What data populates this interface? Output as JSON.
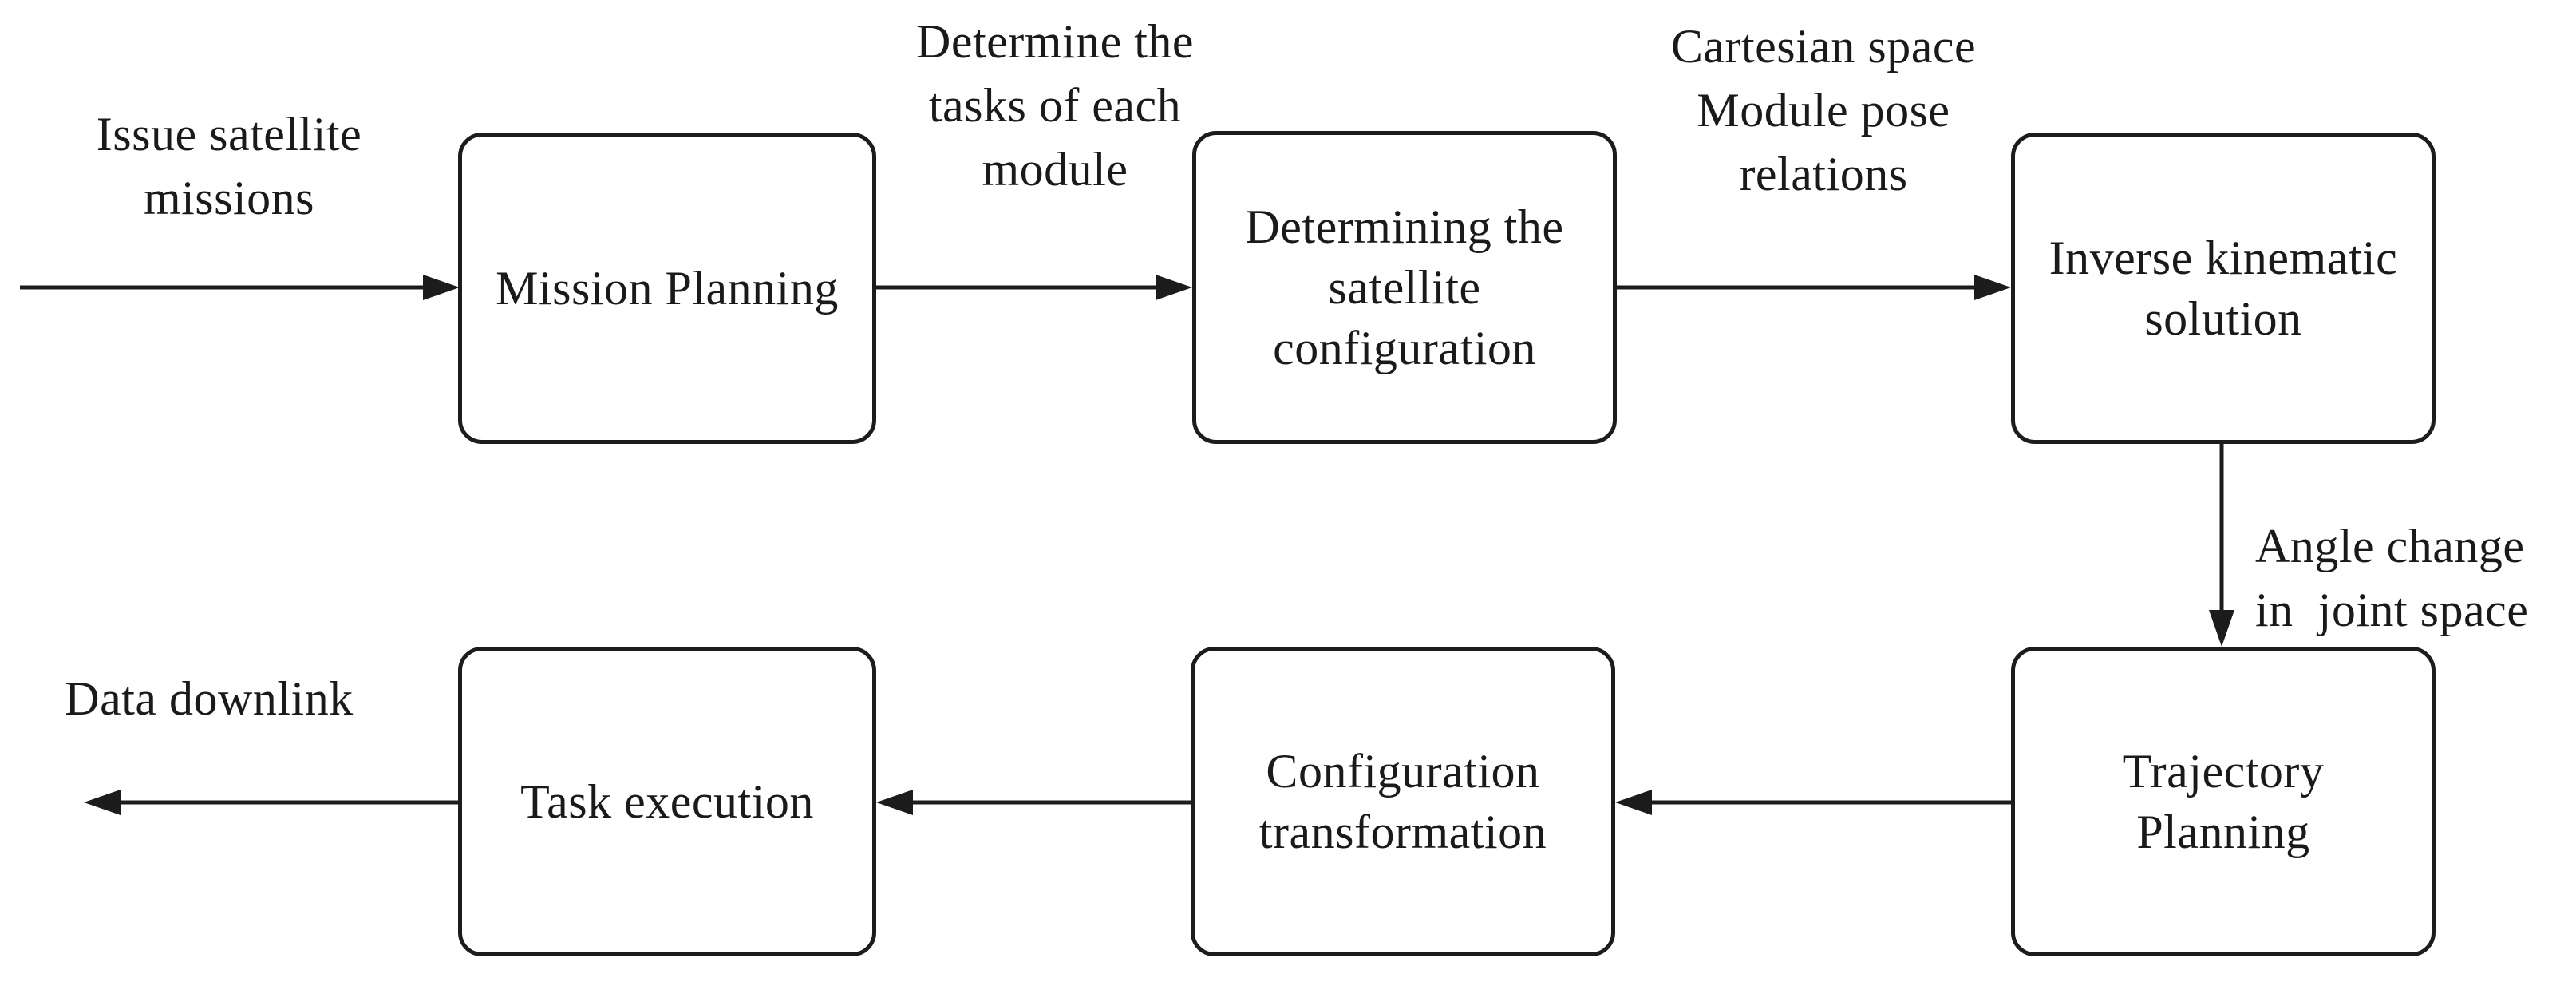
{
  "figure": {
    "type": "flowchart",
    "background_color": "#ffffff",
    "line_color": "#1c1c1c",
    "text_color": "#1a1a1a"
  },
  "boxes": [
    {
      "id": "mission-planning",
      "label": "Mission Planning"
    },
    {
      "id": "satellite-configuration",
      "label": "Determining the\nsatellite\nconfiguration"
    },
    {
      "id": "inverse-kinematic",
      "label": "Inverse kinematic\nsolution"
    },
    {
      "id": "trajectory-planning",
      "label": "Trajectory\nPlanning"
    },
    {
      "id": "configuration-transformation",
      "label": "Configuration\ntransformation"
    },
    {
      "id": "task-execution",
      "label": "Task execution"
    }
  ],
  "annotations": [
    {
      "id": "issue-missions",
      "label": "Issue satellite\nmissions"
    },
    {
      "id": "determine-tasks",
      "label": "Determine the\ntasks of each\nmodule"
    },
    {
      "id": "cartesian-space",
      "label": "Cartesian space\nModule pose\nrelations"
    },
    {
      "id": "angle-change",
      "label": "Angle change\nin  joint space"
    },
    {
      "id": "data-downlink",
      "label": "Data downlink"
    }
  ],
  "flows": [
    {
      "from": "start",
      "to": "mission-planning",
      "label": "Issue satellite missions"
    },
    {
      "from": "mission-planning",
      "to": "satellite-configuration",
      "label": "Determine the tasks of each module"
    },
    {
      "from": "satellite-configuration",
      "to": "inverse-kinematic",
      "label": "Cartesian space Module pose relations"
    },
    {
      "from": "inverse-kinematic",
      "to": "trajectory-planning",
      "label": "Angle change in joint space"
    },
    {
      "from": "trajectory-planning",
      "to": "configuration-transformation",
      "label": ""
    },
    {
      "from": "configuration-transformation",
      "to": "task-execution",
      "label": ""
    },
    {
      "from": "task-execution",
      "to": "end",
      "label": "Data downlink"
    }
  ]
}
